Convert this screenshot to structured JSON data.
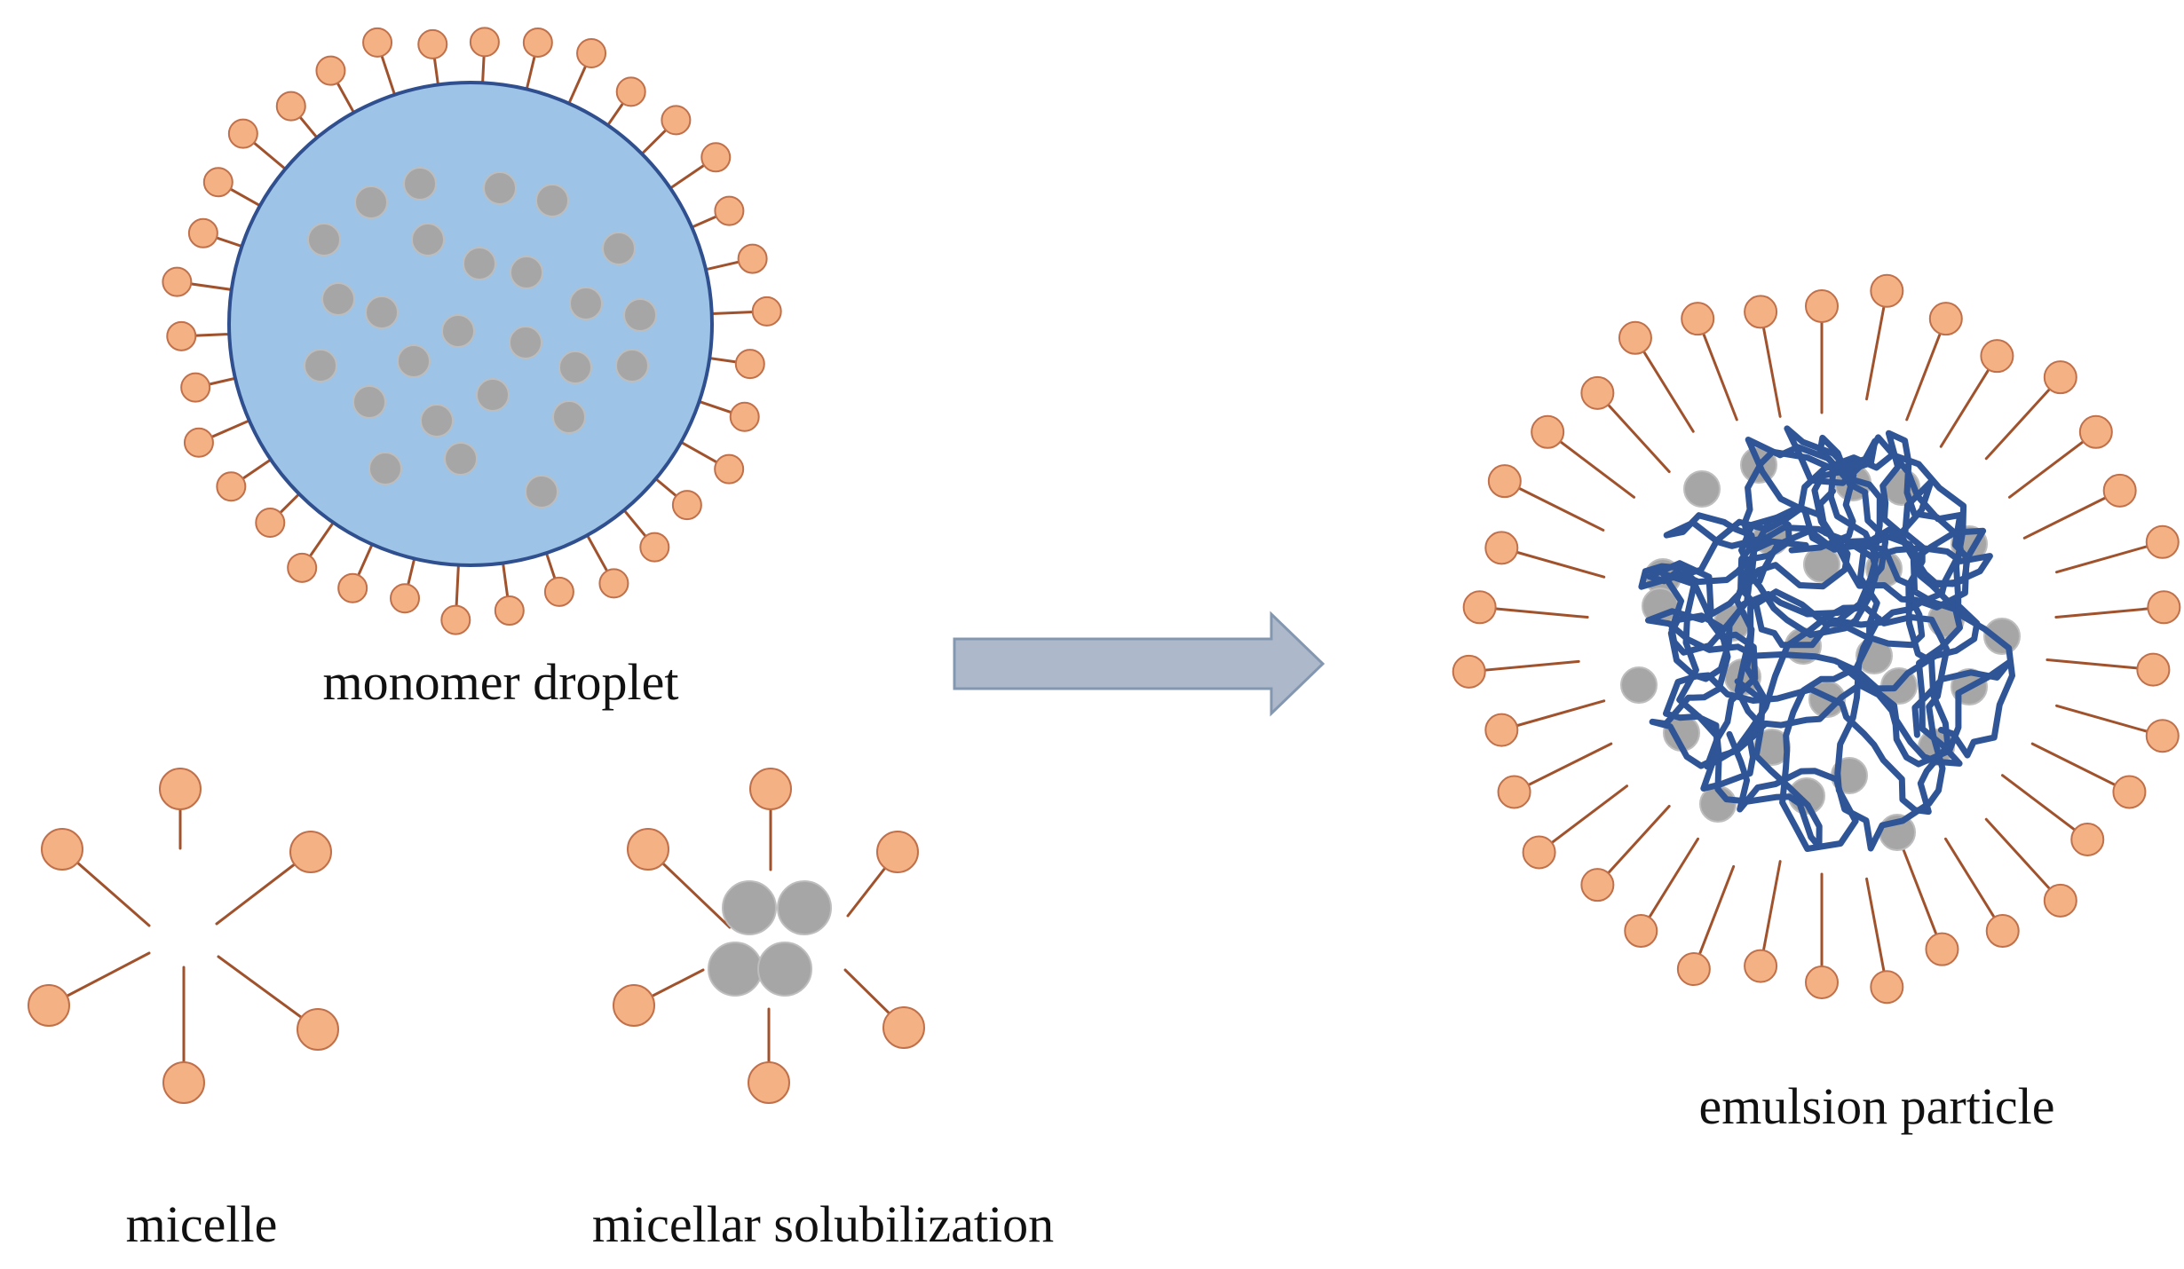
{
  "labels": {
    "monomer_droplet": "monomer droplet",
    "micelle": "micelle",
    "micellar_solubilization": "micellar solubilization",
    "emulsion_particle": "emulsion particle"
  },
  "colors": {
    "droplet_fill": "#9dc3e6",
    "droplet_stroke": "#2f4f8f",
    "monomer_gray": "#a6a6a6",
    "surfactant_head": "#f4b183",
    "surfactant_head_stroke": "#c0704a",
    "surfactant_tail": "#a0522d",
    "polymer_chain": "#2f5597",
    "arrow_fill": "#adb9ca",
    "arrow_stroke": "#8497b0"
  },
  "icons": {
    "surfactant": "surfactant-molecule-icon",
    "monomer": "monomer-molecule-icon",
    "arrow": "right-arrow-icon"
  }
}
